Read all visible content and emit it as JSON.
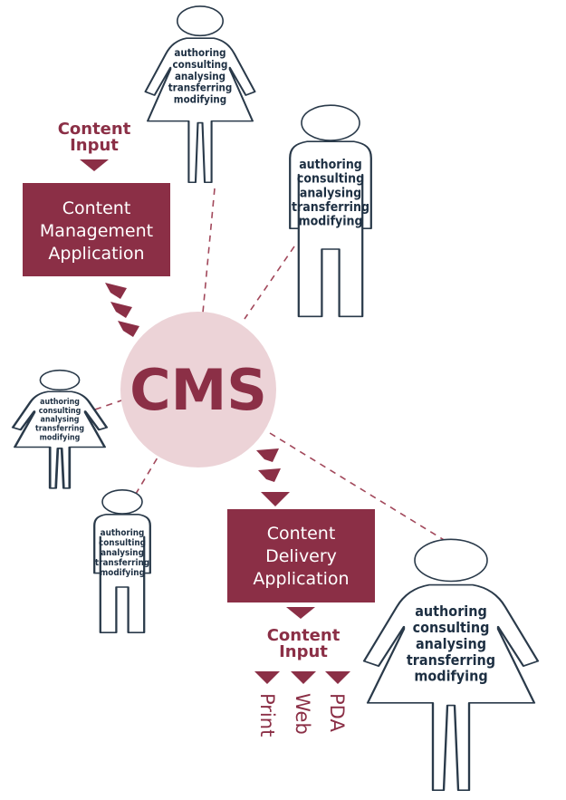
{
  "colors": {
    "accent": "#8b2f46",
    "box": "#8b2f46",
    "circle_fill": "#ecd3d7",
    "outline": "#2a3a4a",
    "person_text": "#1d2f42",
    "dashed_line": "#a2485b",
    "box_text": "#ffffff"
  },
  "cms_label": "CMS",
  "input_label": {
    "line1": "Content",
    "line2": "Input"
  },
  "management_box": {
    "line1": "Content",
    "line2": "Management",
    "line3": "Application"
  },
  "delivery_box": {
    "line1": "Content",
    "line2": "Delivery",
    "line3": "Application"
  },
  "output_label": {
    "line1": "Content",
    "line2": "Input"
  },
  "outputs": [
    "Print",
    "Web",
    "PDA"
  ],
  "person_tasks": [
    "authoring",
    "consulting",
    "analysing",
    "transferring",
    "modifying"
  ],
  "people": [
    {
      "id": "person-top-female",
      "kind": "female"
    },
    {
      "id": "person-right-male",
      "kind": "male"
    },
    {
      "id": "person-left-female",
      "kind": "female"
    },
    {
      "id": "person-bottom-left-male",
      "kind": "male"
    },
    {
      "id": "person-bottom-right-female",
      "kind": "female"
    }
  ]
}
